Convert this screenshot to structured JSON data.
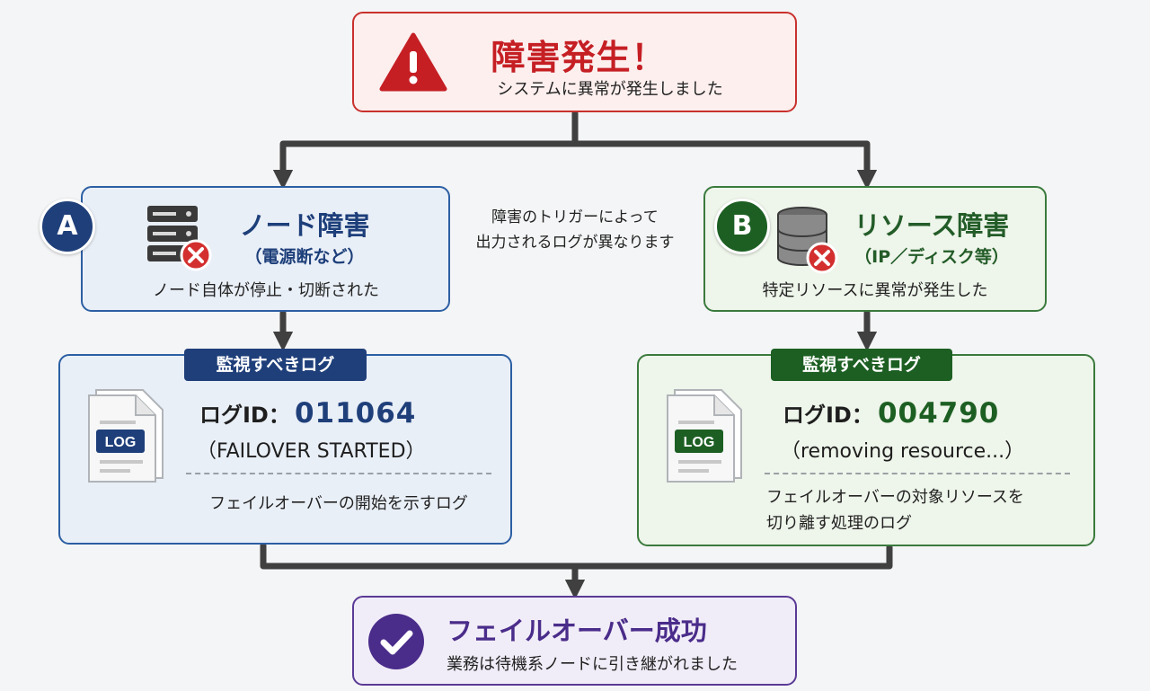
{
  "alert": {
    "title": "障害発生！",
    "subtitle": "システムに異常が発生しました",
    "icon": "warning-triangle-icon",
    "color": "#c51f24"
  },
  "note": {
    "line1": "障害のトリガーによって",
    "line2": "出力されるログが異なります"
  },
  "branch_a": {
    "badge": "A",
    "title": "ノード障害",
    "subtitle": "（電源断など）",
    "description": "ノード自体が停止・切断された",
    "icon": "server-error-icon",
    "color": "#1f3f7a",
    "log": {
      "label": "監視すべきログ",
      "doc_tag": "LOG",
      "id_prefix": "ログID：",
      "id_value": "011064",
      "message": "（FAILOVER STARTED）",
      "description_lines": [
        "フェイルオーバーの開始を示すログ"
      ]
    }
  },
  "branch_b": {
    "badge": "B",
    "title": "リソース障害",
    "subtitle": "（IP／ディスク等）",
    "description": "特定リソースに異常が発生した",
    "icon": "database-error-icon",
    "color": "#1d5f23",
    "log": {
      "label": "監視すべきログ",
      "doc_tag": "LOG",
      "id_prefix": "ログID：",
      "id_value": "004790",
      "message": "（removing resource...）",
      "description_lines": [
        "フェイルオーバーの対象リソースを",
        "切り離す処理のログ"
      ]
    }
  },
  "success": {
    "title": "フェイルオーバー成功",
    "subtitle": "業務は待機系ノードに引き継がれました",
    "icon": "check-circle-icon",
    "color": "#4a2c8a"
  }
}
